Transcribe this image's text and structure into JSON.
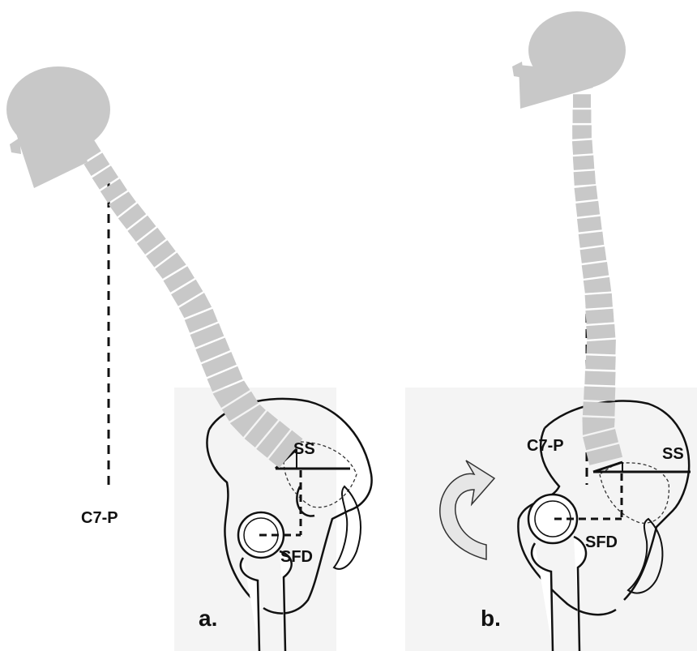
{
  "panels": [
    {
      "id": "a",
      "letter": "a.",
      "labels": {
        "plumb": "C7-P",
        "slope": "SS",
        "distance": "SFD"
      }
    },
    {
      "id": "b",
      "letter": "b.",
      "labels": {
        "plumb": "C7-P",
        "slope": "SS",
        "distance": "SFD"
      }
    }
  ],
  "colors": {
    "spine": "#c8c8c8",
    "outline": "#111111",
    "background_panel": "#f4f4f4",
    "arrow": "#e6e6e6"
  }
}
